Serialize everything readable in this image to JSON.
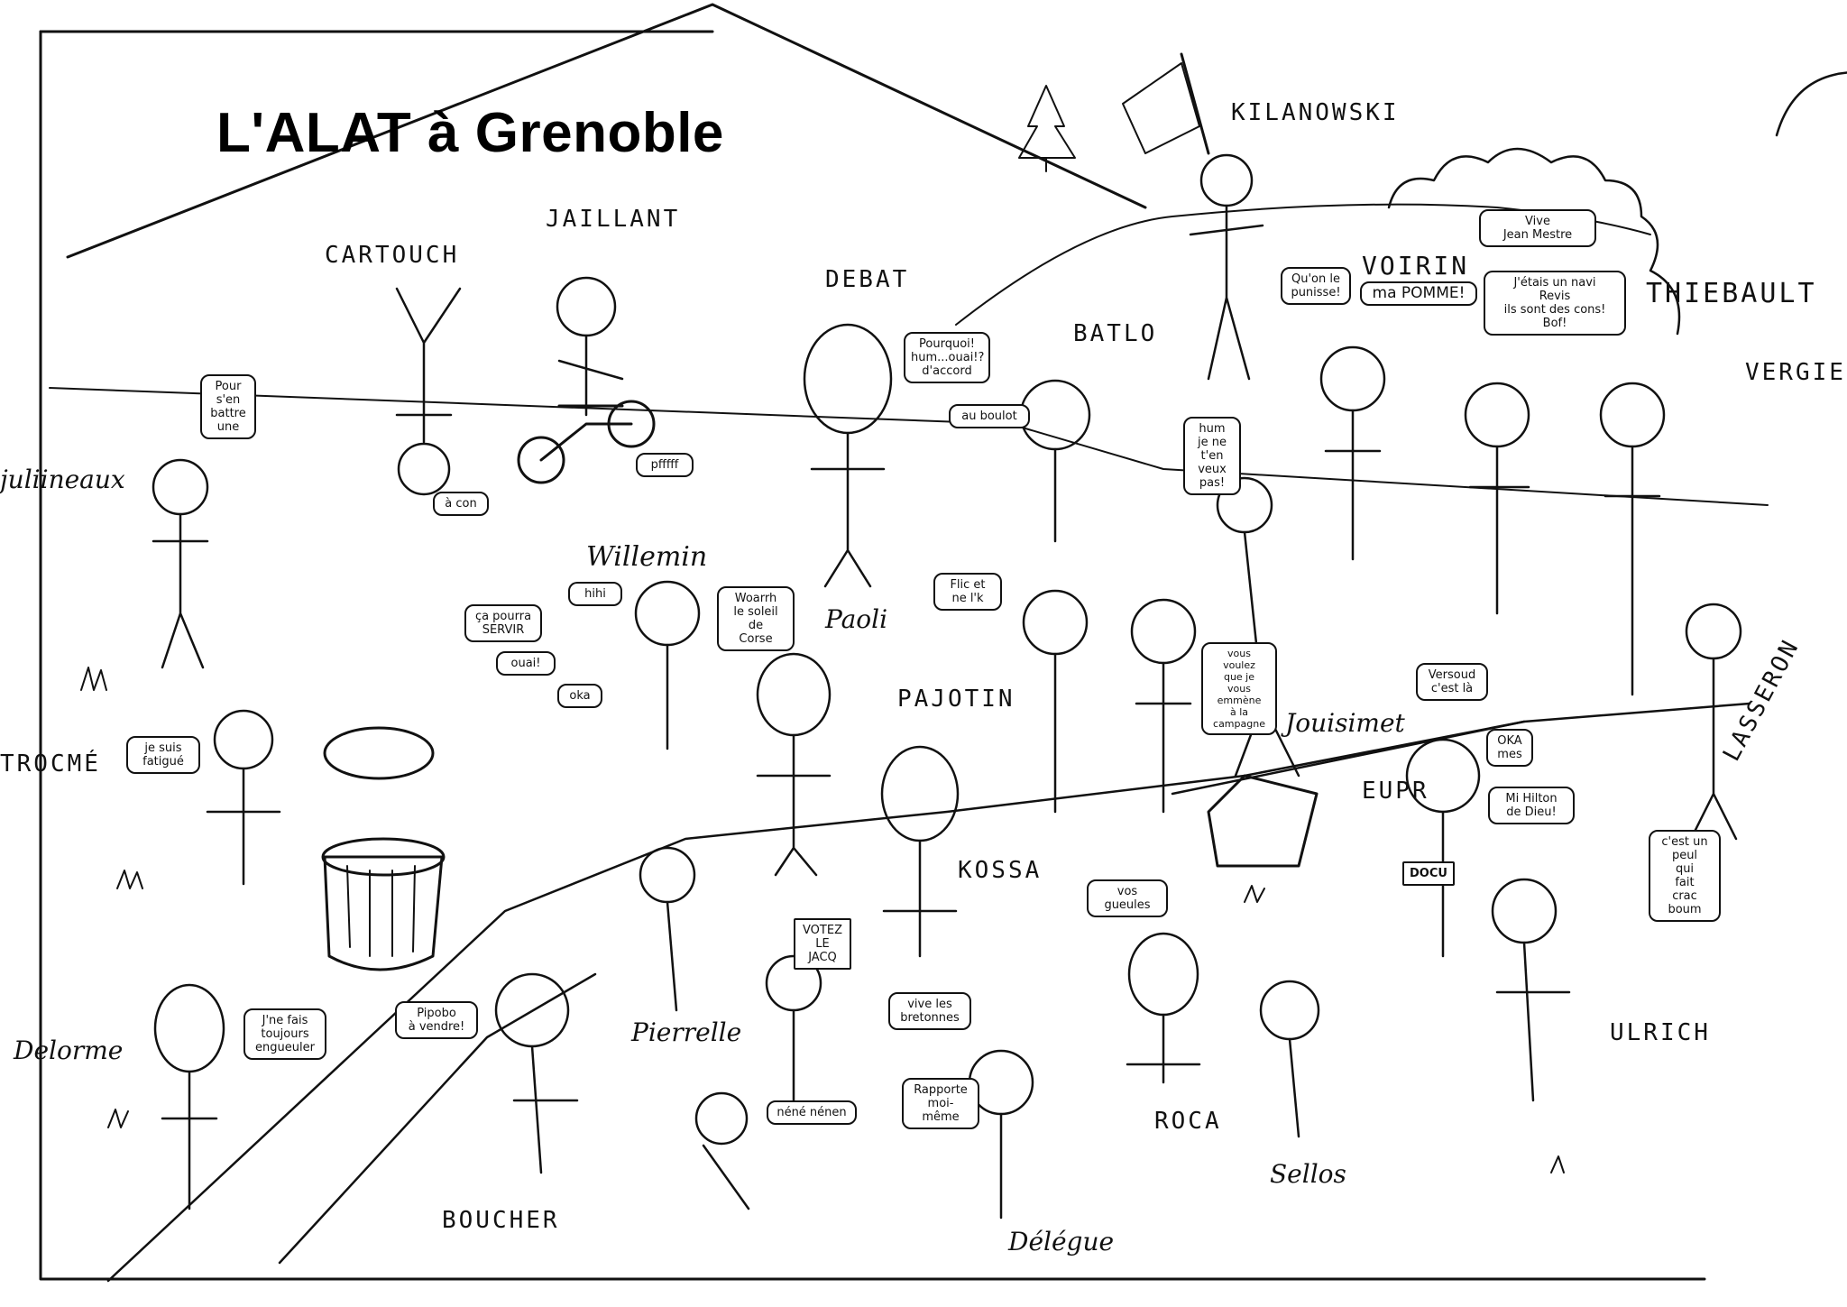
{
  "title": "L'ALAT à Grenoble",
  "names": {
    "cartouche": "CARTOUCH",
    "jaillant": "JAILLANT",
    "debat": "DEBAT",
    "kilanowski": "KILANOWSKI",
    "voirin": "VOIRIN",
    "thiebault": "THIEBAULT",
    "vergie": "VERGIE",
    "batlo": "BATLO",
    "juliiennaux": "juliineaux",
    "willemin": "Willemin",
    "paoli": "Paoli",
    "pajotin": "PAJOTIN",
    "kossa": "KOSSA",
    "jouisimet": "Jouisimet",
    "eupr": "EUPR",
    "lasseron": "LASSERON",
    "trocme": "TROCMÉ",
    "delorme": "Delorme",
    "boucher": "BOUCHER",
    "pierrelle": "Pierrelle",
    "roca": "ROCA",
    "sellos": "Sellos",
    "delegue": "Délégue",
    "ulrich": "ULRICH"
  },
  "bubbles": {
    "pour": [
      "Pour",
      "s'en",
      "battre",
      "une"
    ],
    "acon": [
      "à con"
    ],
    "pourquoi": [
      "Pourquoi!",
      "hum...ouai!?",
      "d'accord"
    ],
    "auboulot": [
      "au boulot"
    ],
    "pfff": [
      "pfffff"
    ],
    "quonle": [
      "Qu'on le",
      "punisse!"
    ],
    "pomme": [
      "ma POMME!"
    ],
    "vive": [
      "Vive",
      "Jean Mestre"
    ],
    "jetais": [
      "J'étais un navi",
      "Revis",
      "ils sont des cons!",
      "Bof!"
    ],
    "hum": [
      "hum",
      "je ne",
      "t'en veux",
      "pas!"
    ],
    "hihi": [
      "hihi"
    ],
    "woarrh": [
      "Woarrh",
      "le soleil",
      "de",
      "Corse"
    ],
    "flic": [
      "Flic et",
      "ne l'k"
    ],
    "sapourra": [
      "ça pourra",
      "SERVIR"
    ],
    "ouai": [
      "ouai!"
    ],
    "oka": [
      "oka"
    ],
    "sesuis": [
      "je suis",
      "fatigué"
    ],
    "vousvoulez": [
      "vous",
      "voulez",
      "que je",
      "vous",
      "emmène",
      "à la campagne"
    ],
    "versoud": [
      "Versoud",
      "c'est là"
    ],
    "okames": [
      "OKA",
      "mes"
    ],
    "mihilton": [
      "Mi Hilton",
      "de Dieu!"
    ],
    "cestun": [
      "c'est un",
      "peul",
      "qui",
      "fait",
      "crac boum"
    ],
    "jnefais": [
      "J'ne fais",
      "toujours",
      "engueuler"
    ],
    "pipeau": [
      "Pipobo",
      "à vendre!"
    ],
    "votez": [
      "VOTEZ",
      "LE JACQ"
    ],
    "vivelesbretonnes": [
      "vive les",
      "bretonnes"
    ],
    "vosgueules": [
      "vos gueules"
    ],
    "rapporte": [
      "Rapporte",
      "moi-même"
    ],
    "nenne": [
      "néné nénen"
    ],
    "docu": [
      "DOCU"
    ]
  },
  "colors": {
    "ink": "#111111",
    "paper": "#ffffff"
  }
}
